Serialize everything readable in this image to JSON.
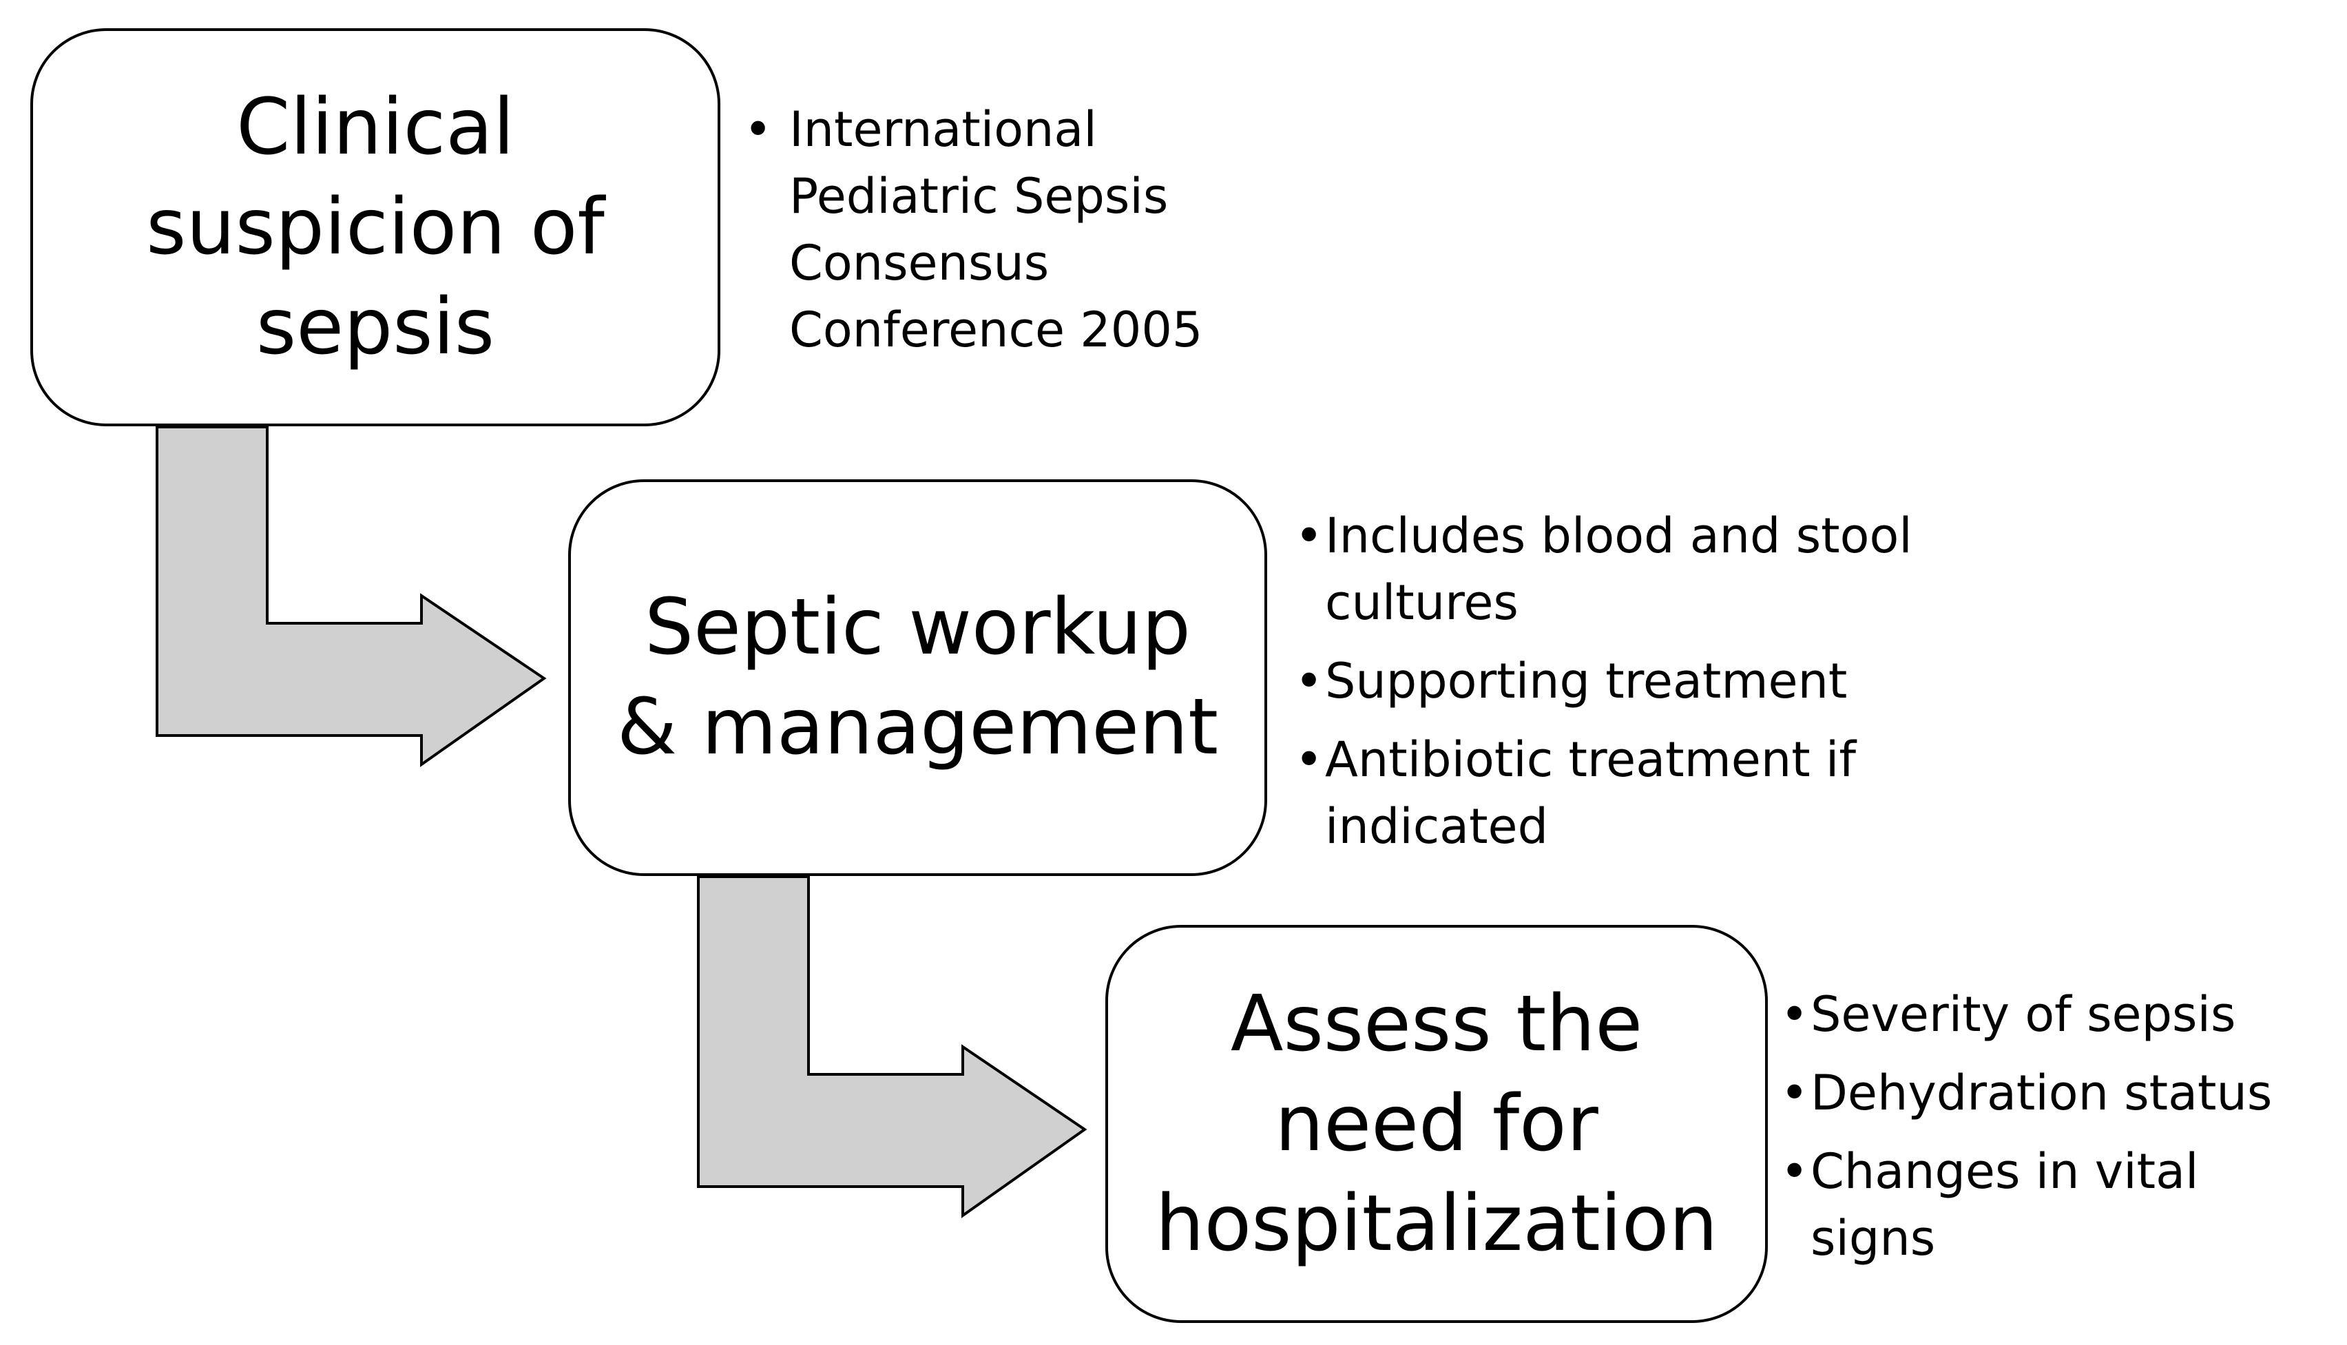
{
  "colors": {
    "box_fill": "#ffffff",
    "box_border": "#000000",
    "arrow_fill": "#d0d0d0",
    "arrow_stroke": "#000000",
    "text": "#000000"
  },
  "steps": [
    {
      "lines": [
        "Clinical",
        "suspicion of",
        "sepsis"
      ],
      "bullets": [
        {
          "lines": [
            "International",
            "Pediatric Sepsis",
            "Consensus",
            "Conference 2005"
          ]
        }
      ]
    },
    {
      "lines": [
        "Septic workup",
        "& management"
      ],
      "bullets": [
        {
          "lines": [
            "Includes blood and stool",
            "cultures"
          ]
        },
        {
          "lines": [
            "Supporting treatment"
          ]
        },
        {
          "lines": [
            "Antibiotic treatment  if",
            "indicated"
          ]
        }
      ]
    },
    {
      "lines": [
        "Assess the",
        "need for",
        "hospitalization"
      ],
      "bullets": [
        {
          "lines": [
            "Severity of sepsis"
          ]
        },
        {
          "lines": [
            "Dehydration status"
          ]
        },
        {
          "lines": [
            "Changes in vital signs"
          ]
        }
      ]
    }
  ]
}
